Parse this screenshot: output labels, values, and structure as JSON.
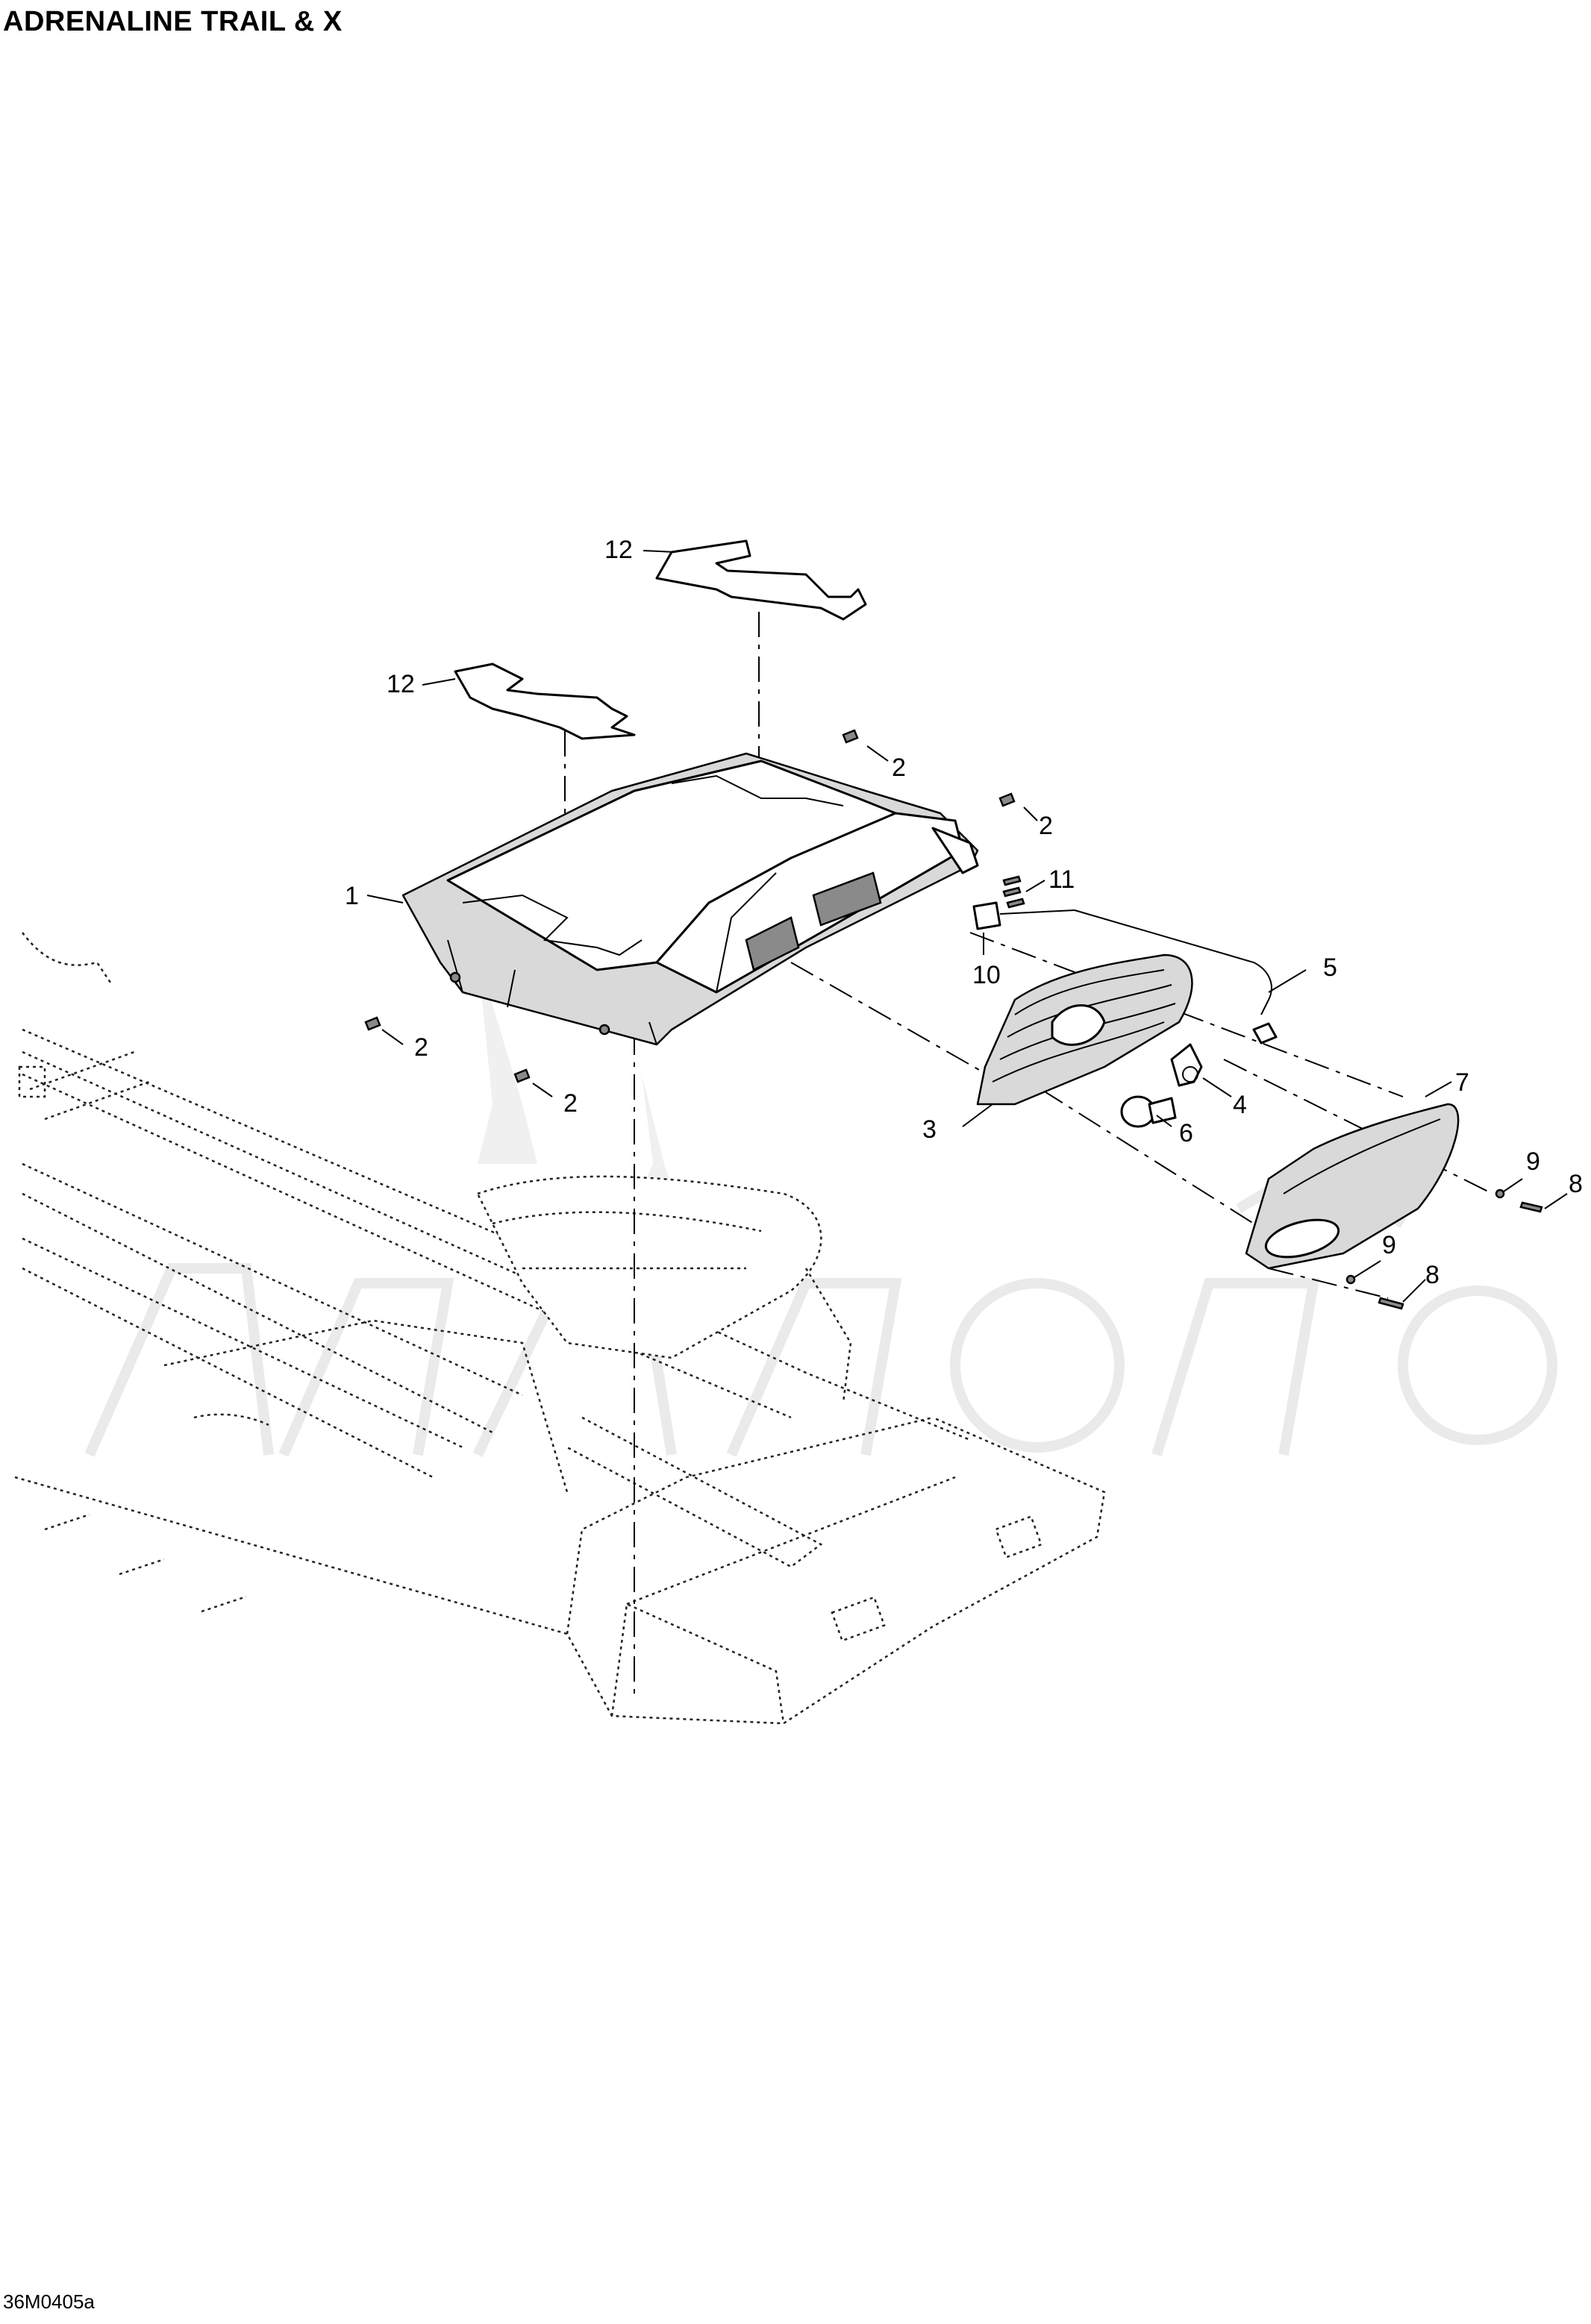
{
  "title": "ADRENALINE TRAIL & X",
  "diagram_code": "36M0405a",
  "callouts": {
    "c1": "1",
    "c2a": "2",
    "c2b": "2",
    "c2c": "2",
    "c2d": "2",
    "c3": "3",
    "c4": "4",
    "c5": "5",
    "c6": "6",
    "c7": "7",
    "c8a": "8",
    "c8b": "8",
    "c9a": "9",
    "c9b": "9",
    "c10": "10",
    "c11": "11",
    "c12a": "12",
    "c12b": "12"
  }
}
